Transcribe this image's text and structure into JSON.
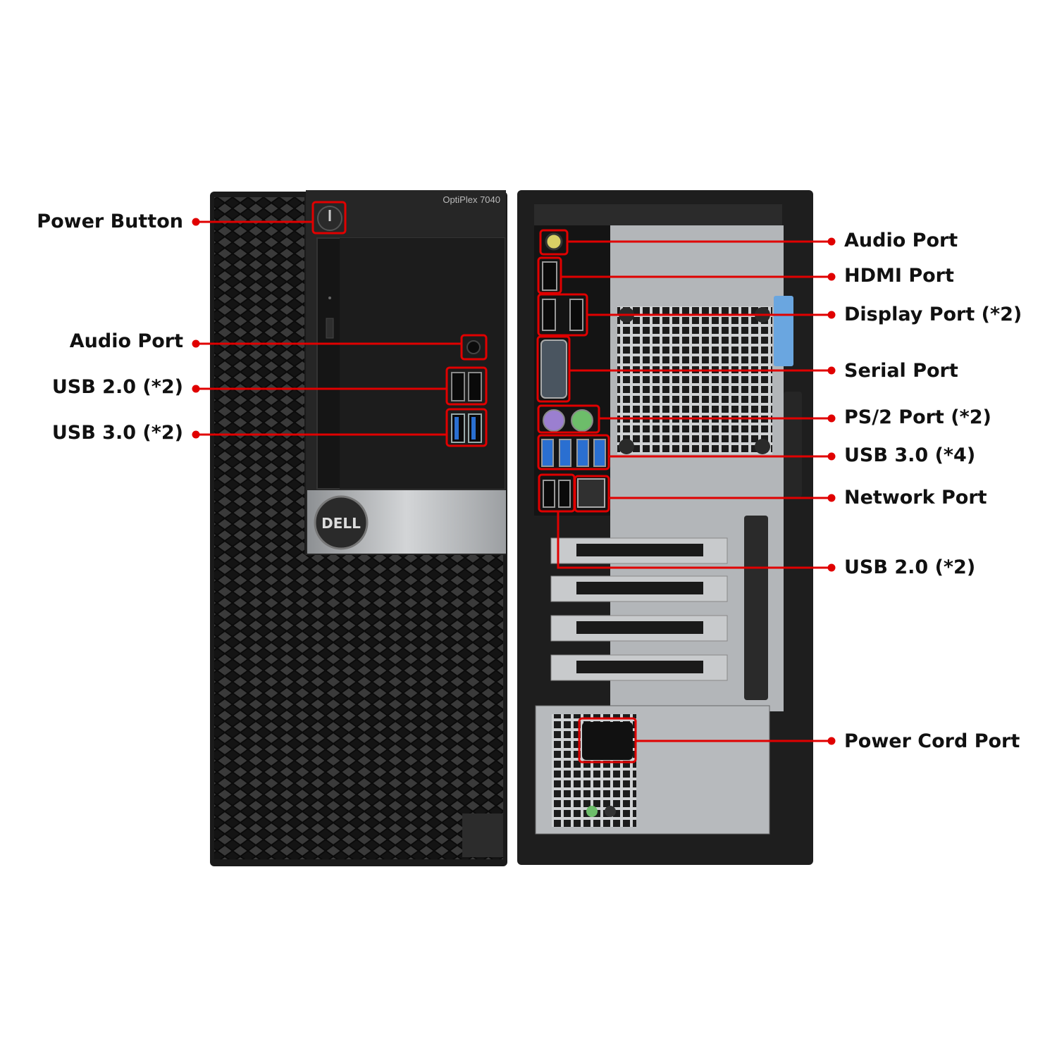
{
  "colors": {
    "callout": "#e00000",
    "chassis": "#1b1b1b",
    "panel_silver": "#b9bcbf",
    "usb3_blue": "#2a6fd1"
  },
  "front": {
    "model_badge": "OptiPlex 7040",
    "logo": "DELL"
  },
  "front_callouts": [
    {
      "id": "power-button",
      "label": "Power Button"
    },
    {
      "id": "front-audio-port",
      "label": "Audio Port"
    },
    {
      "id": "front-usb2",
      "label": "USB 2.0 (*2)"
    },
    {
      "id": "front-usb3",
      "label": "USB 3.0 (*2)"
    }
  ],
  "rear_callouts": [
    {
      "id": "rear-audio-port",
      "label": "Audio Port"
    },
    {
      "id": "hdmi-port",
      "label": "HDMI Port"
    },
    {
      "id": "display-port",
      "label": "Display Port (*2)"
    },
    {
      "id": "serial-port",
      "label": "Serial Port"
    },
    {
      "id": "ps2-port",
      "label": "PS/2 Port (*2)"
    },
    {
      "id": "rear-usb3",
      "label": "USB 3.0 (*4)"
    },
    {
      "id": "network-port",
      "label": "Network Port"
    },
    {
      "id": "rear-usb2",
      "label": "USB 2.0 (*2)"
    },
    {
      "id": "power-cord-port",
      "label": "Power Cord Port"
    }
  ]
}
